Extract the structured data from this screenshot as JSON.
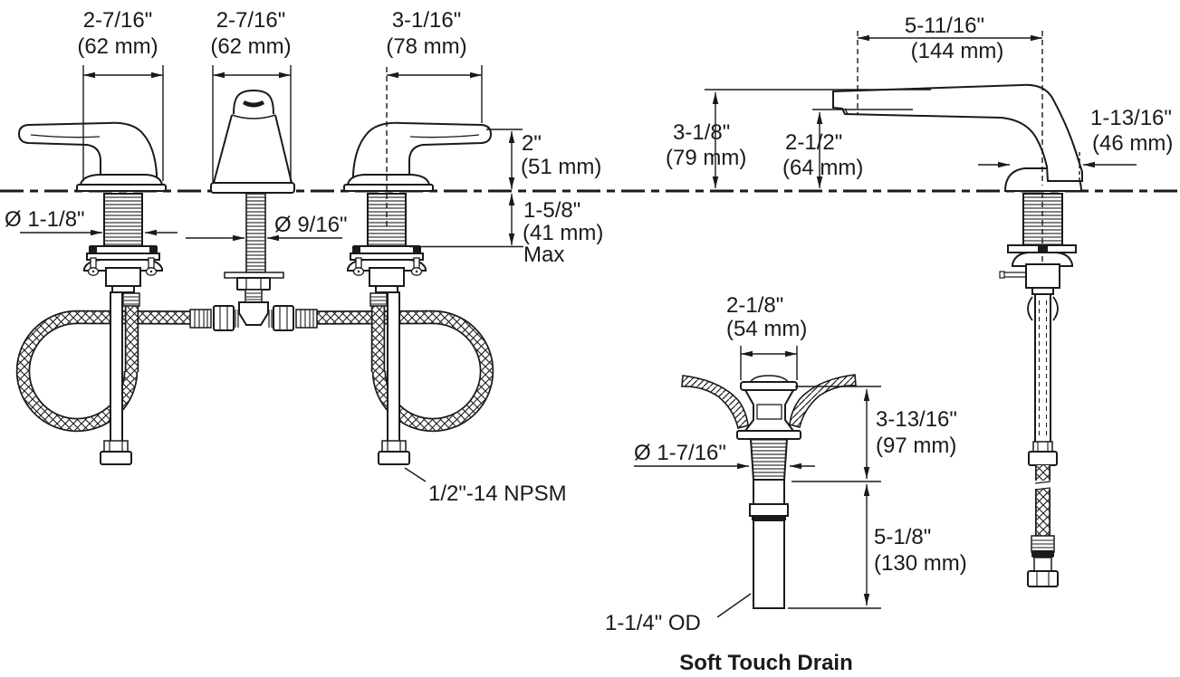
{
  "colors": {
    "ink": "#1a1a1a",
    "background": "#ffffff"
  },
  "front_view": {
    "left_handle_width": {
      "in": "2-7/16\"",
      "mm": "(62 mm)"
    },
    "spout_width": {
      "in": "2-7/16\"",
      "mm": "(62 mm)"
    },
    "right_handle_width": {
      "in": "3-1/16\"",
      "mm": "(78 mm)"
    },
    "height_above_deck": {
      "in": "2\"",
      "mm": "(51 mm)"
    },
    "max_deck_thickness": {
      "in": "1-5/8\"",
      "mm": "(41 mm)",
      "note": "Max"
    },
    "valve_shank_diameter": "Ø 1-1/8\"",
    "spout_shank_diameter": "Ø 9/16\"",
    "supply_connection": "1/2\"-14 NPSM"
  },
  "side_view": {
    "spout_reach": {
      "in": "5-11/16\"",
      "mm": "(144 mm)"
    },
    "spout_height": {
      "in": "3-1/8\"",
      "mm": "(79 mm)"
    },
    "aerator_height": {
      "in": "2-1/2\"",
      "mm": "(64 mm)"
    },
    "base_width": {
      "in": "1-13/16\"",
      "mm": "(46 mm)"
    }
  },
  "drain": {
    "flange_diameter": {
      "in": "2-1/8\"",
      "mm": "(54 mm)"
    },
    "body_height": {
      "in": "3-13/16\"",
      "mm": "(97 mm)"
    },
    "thread_diameter": "Ø 1-7/16\"",
    "tailpiece_length": {
      "in": "5-1/8\"",
      "mm": "(130 mm)"
    },
    "tailpiece_od": "1-1/4\" OD",
    "caption": "Soft Touch Drain"
  }
}
